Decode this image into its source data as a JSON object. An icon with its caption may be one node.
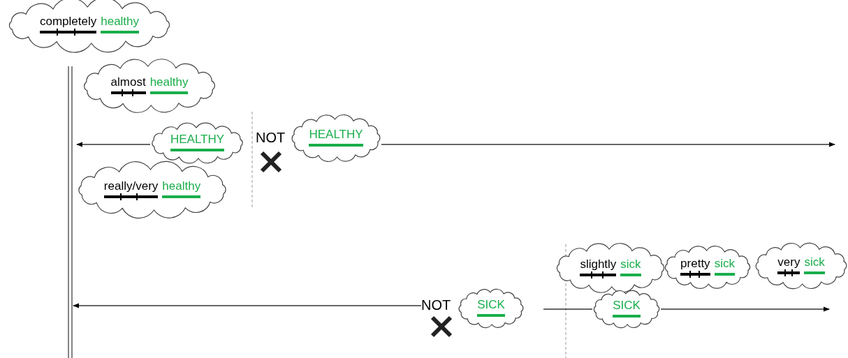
{
  "diagram": {
    "nodes": [
      {
        "text": [
          "completely",
          "healthy"
        ]
      },
      {
        "text": [
          "almost",
          "healthy"
        ]
      },
      {
        "text": [
          "HEALTHY"
        ]
      },
      {
        "text": [
          "HEALTHY"
        ],
        "beside": [
          "NOT"
        ]
      },
      {
        "text": [
          "really/very",
          "healthy"
        ]
      },
      {
        "text": [
          "slightly",
          "sick"
        ]
      },
      {
        "text": [
          "pretty",
          "sick"
        ]
      },
      {
        "text": [
          "very",
          "sick"
        ]
      },
      {
        "text": [
          "NOT"
        ]
      },
      {
        "text": [
          "SICK"
        ]
      },
      {
        "text": [
          "SICK"
        ]
      }
    ],
    "edges": [
      {
        "from": 2,
        "to": null,
        "arrow": "to"
      },
      {
        "from": 3,
        "to": null,
        "arrow": "to"
      },
      {
        "from": 8,
        "to": null,
        "arrow": "to"
      },
      {
        "from": null,
        "to": 10,
        "arrow": "none"
      },
      {
        "from": 10,
        "to": null,
        "arrow": "to"
      }
    ]
  }
}
